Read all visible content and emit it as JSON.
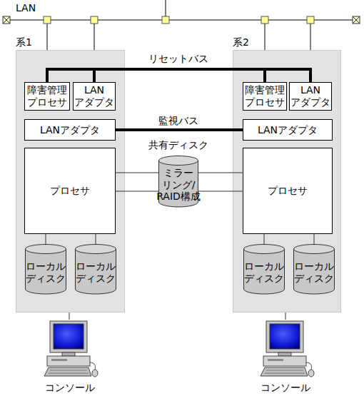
{
  "diagram": {
    "nodes": [
      {
        "text": [
          "系1"
        ]
      },
      {
        "text": [
          "障害管理 プロセサ"
        ],
        "in": 0
      },
      {
        "text": [
          "LAN アダプタ"
        ],
        "in": 0
      },
      {
        "text": [
          "LANアダプタ"
        ],
        "in": 0
      },
      {
        "text": [
          "プロセサ"
        ],
        "in": 0
      },
      {
        "text": [
          "ローカル ディスク"
        ],
        "in": 0
      },
      {
        "text": [
          "ローカル ディスク"
        ],
        "in": 0
      },
      {
        "text": [
          "系2"
        ]
      },
      {
        "text": [
          "障害管理 プロセサ"
        ],
        "in": 7
      },
      {
        "text": [
          "LAN アダプタ"
        ],
        "in": 7
      },
      {
        "text": [
          "LANアダプタ"
        ],
        "in": 7
      },
      {
        "text": [
          "プロセサ"
        ],
        "in": 7
      },
      {
        "text": [
          "ローカル ディスク"
        ],
        "in": 7
      },
      {
        "text": [
          "ローカル ディスク"
        ],
        "in": 7
      },
      {
        "text": [
          "共有ディスク",
          "ミラー リング/ RAID構成"
        ]
      },
      {
        "text": [
          "コンソール"
        ]
      },
      {
        "text": [
          "コンソール"
        ]
      }
    ],
    "edges": [
      {
        "from": 1,
        "to": 8,
        "label": "リセットバス",
        "arrow": "none"
      },
      {
        "from": 2,
        "to": 9,
        "arrow": "none"
      },
      {
        "from": 3,
        "to": 10,
        "label": "監視バス",
        "arrow": "none"
      },
      {
        "from": 4,
        "to": 14,
        "arrow": "none"
      },
      {
        "from": 4,
        "to": 14,
        "arrow": "none"
      },
      {
        "from": 11,
        "to": 14,
        "arrow": "none"
      },
      {
        "from": 11,
        "to": 14,
        "arrow": "none"
      },
      {
        "from": 4,
        "to": 5,
        "arrow": "none"
      },
      {
        "from": 4,
        "to": 6,
        "arrow": "none"
      },
      {
        "from": 11,
        "to": 12,
        "arrow": "none"
      },
      {
        "from": 11,
        "to": 13,
        "arrow": "none"
      },
      {
        "from": 0,
        "to": 15,
        "arrow": "none"
      },
      {
        "from": 7,
        "to": 16,
        "arrow": "none"
      }
    ],
    "labels": [
      "LAN"
    ]
  }
}
